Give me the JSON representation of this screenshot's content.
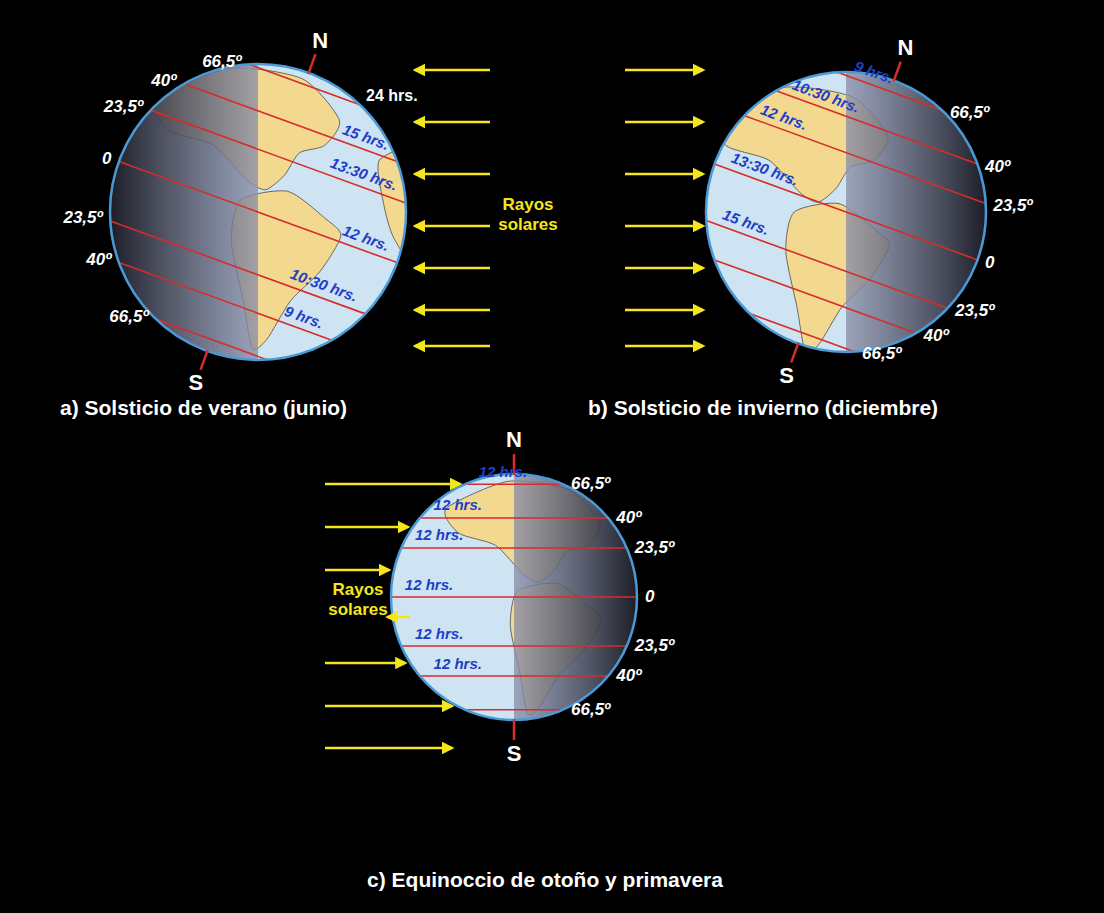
{
  "diagram": {
    "labels": [
      "N",
      "66,5º",
      "40º",
      "23,5º",
      "0",
      "23,5º",
      "40º",
      "66,5º",
      "S",
      "24 hrs.",
      "15 hrs.",
      "13:30 hrs.",
      "12 hrs.",
      "10:30 hrs.",
      "9 hrs.",
      "Rayos solares",
      "a) Solsticio de verano (junio)",
      "N",
      "9 hrs.",
      "10:30 hrs.",
      "12 hrs.",
      "13:30 hrs.",
      "15 hrs.",
      "66,5º",
      "40º",
      "23,5º",
      "0",
      "23,5º",
      "40º",
      "66,5º",
      "S",
      "b) Solsticio de invierno (diciembre)",
      "Rayos solares",
      "N",
      "12 hrs.",
      "12 hrs.",
      "12 hrs.",
      "12 hrs.",
      "12 hrs.",
      "12 hrs.",
      "66,5º",
      "40º",
      "23,5º",
      "0",
      "23,5º",
      "40º",
      "66,5º",
      "S",
      "c) Equinoccio de otoño y primavera"
    ]
  }
}
